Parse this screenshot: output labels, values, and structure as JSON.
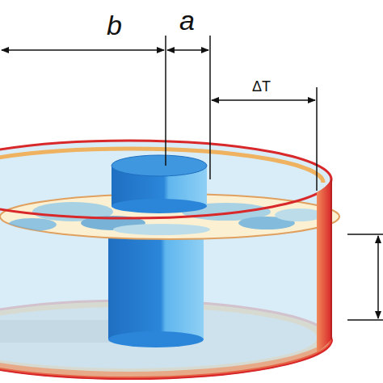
{
  "diagram": {
    "labels": [
      "b",
      "a",
      "ΔT"
    ]
  }
}
